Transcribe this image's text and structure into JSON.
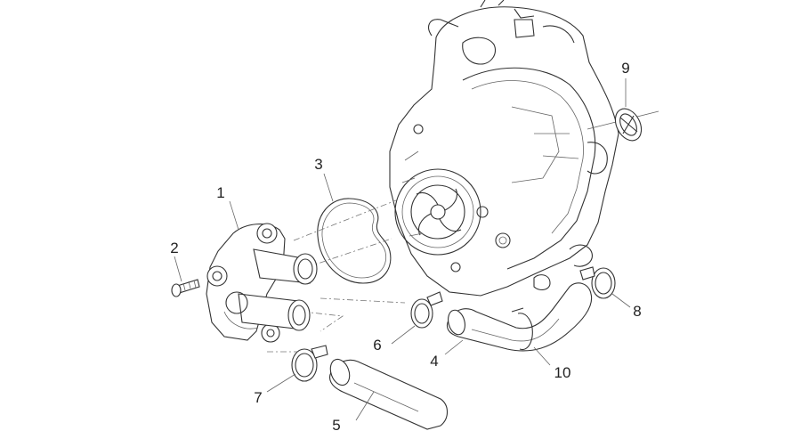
{
  "labels": {
    "p1": "1",
    "p2": "2",
    "p3": "3",
    "p4": "4",
    "p5": "5",
    "p6": "6",
    "p7": "7",
    "p8": "8",
    "p9": "9",
    "p10": "10"
  },
  "colors": {
    "line": "#333333",
    "background": "#ffffff"
  }
}
